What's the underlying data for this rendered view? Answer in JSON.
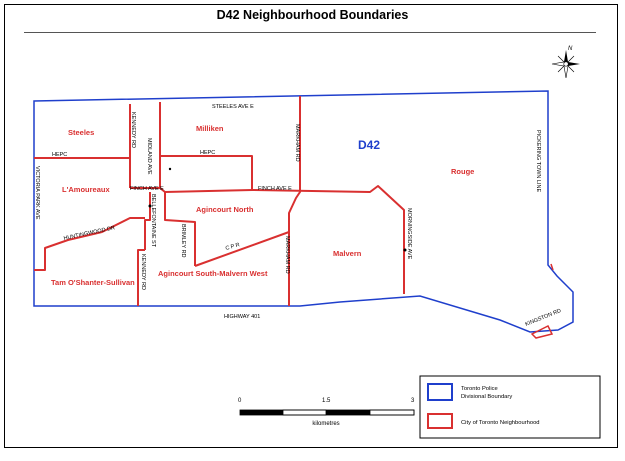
{
  "title": "D42 Neighbourhood Boundaries",
  "division_label": "D42",
  "north_label": "N",
  "neighbourhoods": [
    {
      "key": "steeles",
      "label": "Steeles"
    },
    {
      "key": "milliken",
      "label": "Milliken"
    },
    {
      "key": "lamoureaux",
      "label": "L'Amoureaux"
    },
    {
      "key": "agincourt_north",
      "label": "Agincourt North"
    },
    {
      "key": "rouge",
      "label": "Rouge"
    },
    {
      "key": "malvern",
      "label": "Malvern"
    },
    {
      "key": "tam_oshanter",
      "label": "Tam O'Shanter-Sullivan"
    },
    {
      "key": "agincourt_south",
      "label": "Agincourt South-Malvern West"
    }
  ],
  "streets": {
    "steeles": "STEELES AVE E",
    "hepc_west": "HEPC",
    "hepc_east": "HEPC",
    "finch_west": "FINCH AVE E",
    "finch_east": "FINCH AVE E",
    "kennedy_north": "KENNEDY RD",
    "kennedy_south": "KENNEDY RD",
    "midland": "MIDLAND AVE",
    "markham_north": "MARKHAM RD",
    "markham_south": "MARKHAM RD",
    "victoria_park": "VICTORIA PARK AVE",
    "bellefontaine": "BELLEFONTAINE ST",
    "huntingwood": "HUNTINGWOOD DR",
    "brimley": "BRIMLEY RD",
    "cpr": "C P R",
    "morningside": "MORNINGSIDE AVE",
    "pickering": "PICKERING TOWN LINE",
    "highway401": "HIGHWAY 401",
    "kingston": "KINGSTON RD"
  },
  "scale_bar": {
    "ticks": [
      "0",
      "1.5",
      "3"
    ],
    "unit": "kilometres"
  },
  "legend": {
    "items": [
      {
        "label_line1": "Toronto Police",
        "label_line2": "Divisional Boundary",
        "color": "#1f3fcc"
      },
      {
        "label_line1": "City of Toronto Neighbourhood",
        "label_line2": "",
        "color": "#d93030"
      }
    ]
  },
  "colors": {
    "division_boundary": "#1f3fcc",
    "neighbourhood_boundary": "#d93030",
    "neighbourhood_label": "#d93030",
    "division_label": "#1f3fcc",
    "street_label": "#000000"
  }
}
